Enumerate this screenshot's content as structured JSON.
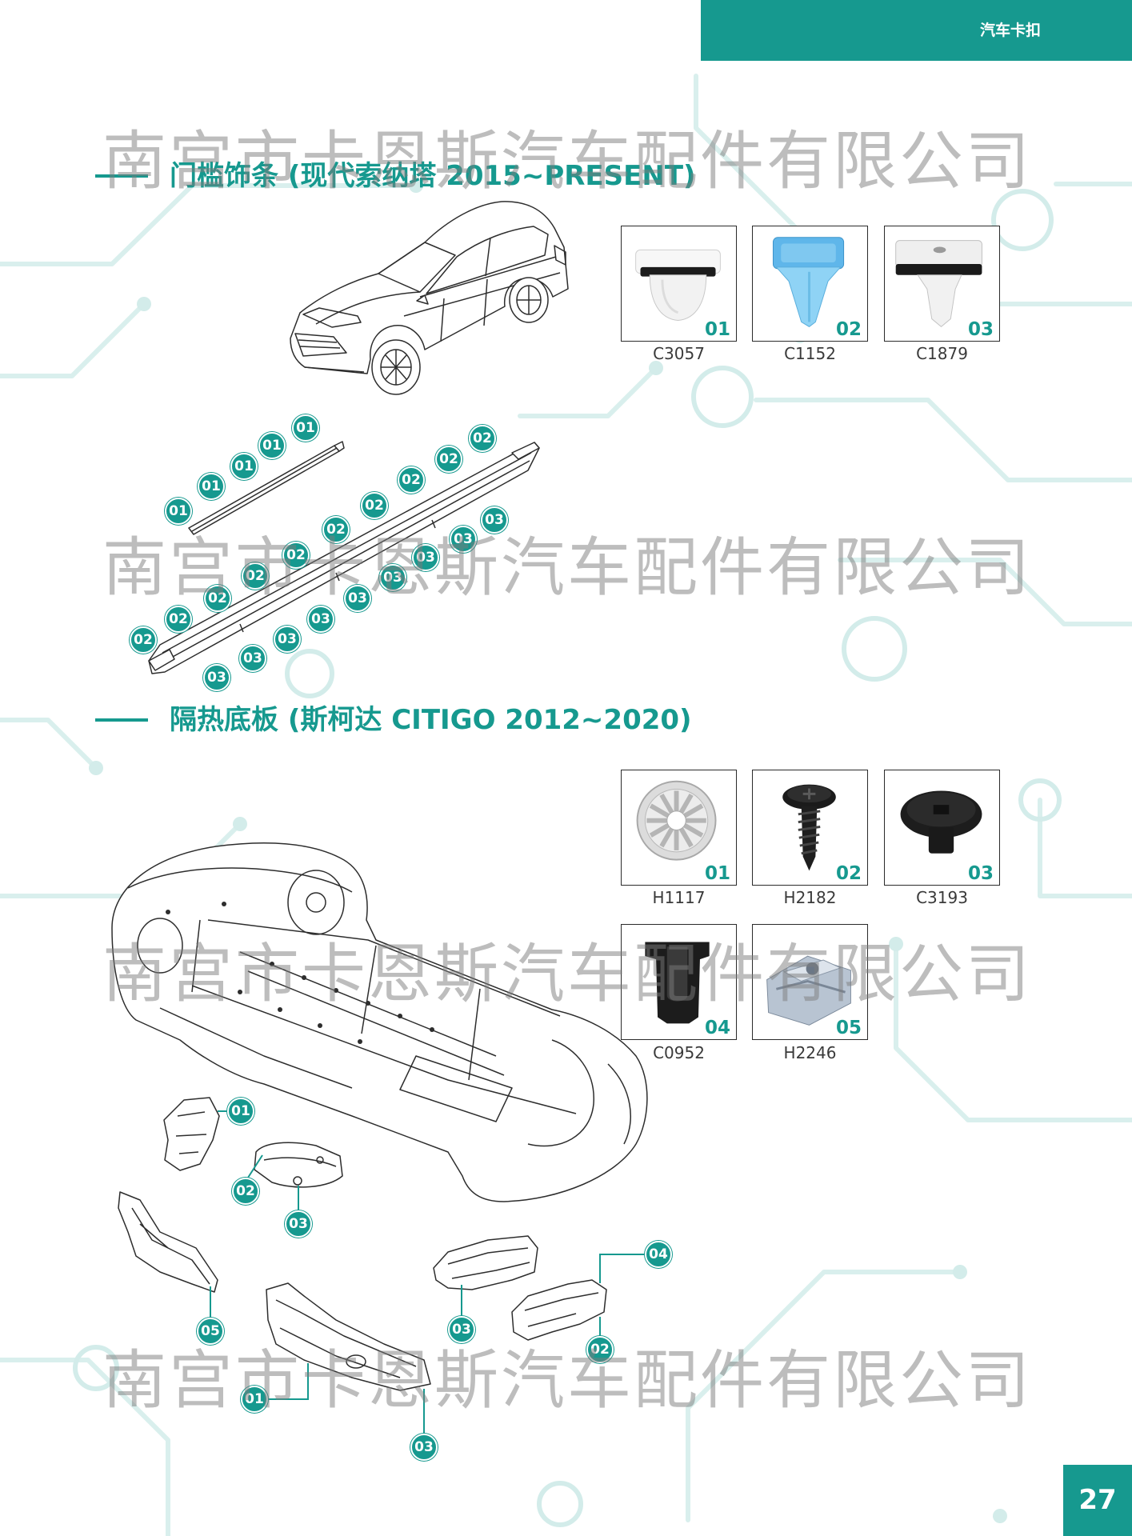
{
  "header": {
    "tag": "汽车卡扣"
  },
  "watermark": "南宫市卡恩斯汽车配件有限公司",
  "section1": {
    "title": "门槛饰条 (现代索纳塔 2015~PRESENT)",
    "products": [
      {
        "num": "01",
        "code": "C3057"
      },
      {
        "num": "02",
        "code": "C1152"
      },
      {
        "num": "03",
        "code": "C1879"
      }
    ],
    "callouts": [
      "01",
      "01",
      "01",
      "01",
      "01",
      "02",
      "02",
      "02",
      "02",
      "02",
      "02",
      "02",
      "02",
      "02",
      "02",
      "03",
      "03",
      "03",
      "03",
      "03",
      "03",
      "03",
      "03",
      "03"
    ]
  },
  "section2": {
    "title": "隔热底板 (斯柯达 CITIGO 2012~2020)",
    "products": [
      {
        "num": "01",
        "code": "H1117"
      },
      {
        "num": "02",
        "code": "H2182"
      },
      {
        "num": "03",
        "code": "C3193"
      },
      {
        "num": "04",
        "code": "C0952"
      },
      {
        "num": "05",
        "code": "H2246"
      }
    ],
    "callouts": [
      "01",
      "02",
      "03",
      "05",
      "03",
      "04",
      "02",
      "01",
      "03"
    ]
  },
  "page_number": "27",
  "colors": {
    "accent": "#16998f",
    "background": "#ffffff"
  }
}
